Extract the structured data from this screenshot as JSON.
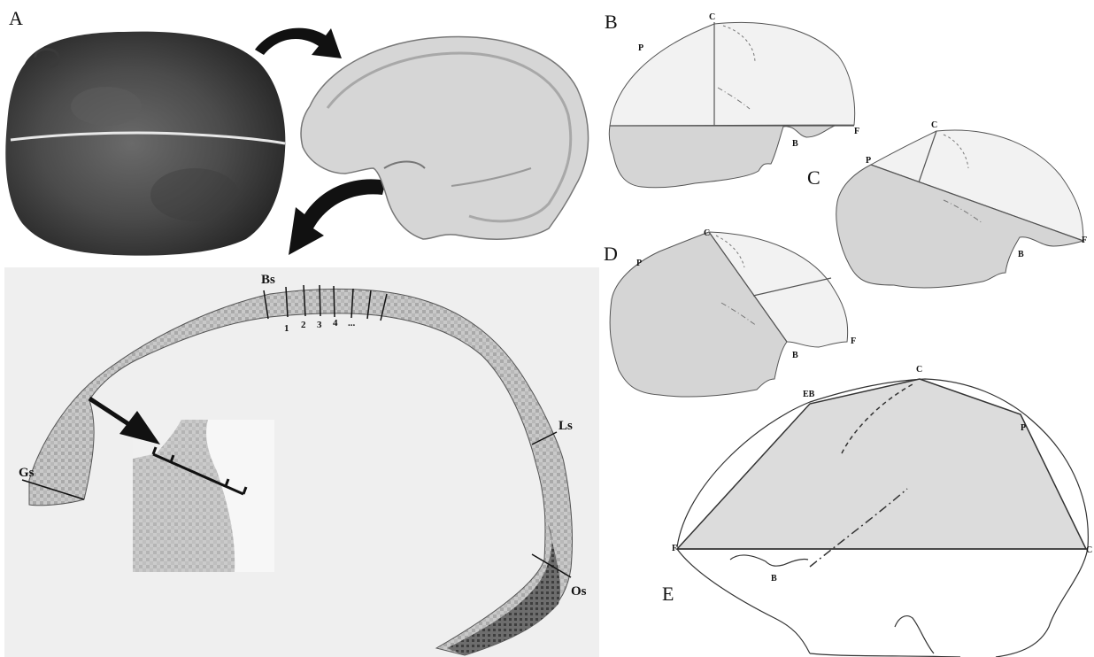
{
  "panel_labels": {
    "A": "A",
    "B": "B",
    "C": "C",
    "D": "D",
    "E": "E"
  },
  "section_landmarks": {
    "bs": "Bs",
    "gs": "Gs",
    "ls": "Ls",
    "os": "Os"
  },
  "section_ticks": [
    "1",
    "2",
    "3",
    "4",
    "..."
  ],
  "outline_landmarks": {
    "c": "C",
    "p": "P",
    "b": "B",
    "f": "F",
    "eb": "EB"
  }
}
